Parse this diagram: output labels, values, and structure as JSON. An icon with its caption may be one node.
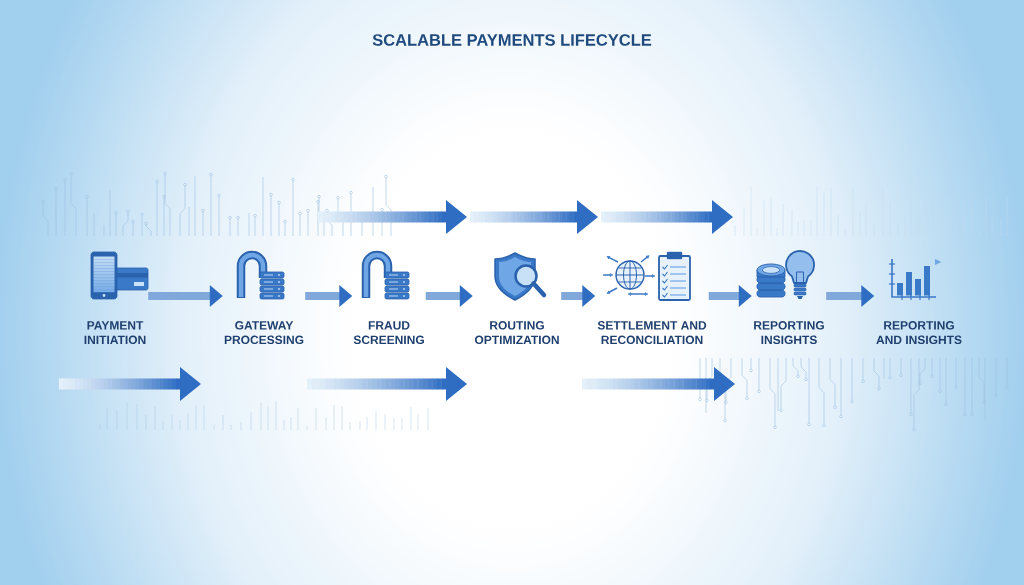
{
  "diagram": {
    "title": "SCALABLE PAYMENTS LIFECYCLE",
    "nodes": [
      {
        "text": [
          "PAYMENT INITIATION"
        ]
      },
      {
        "text": [
          "GATEWAY PROCESSING"
        ]
      },
      {
        "text": [
          "FRAUD SCREENING"
        ]
      },
      {
        "text": [
          "ROUTING OPTIMIZATION"
        ]
      },
      {
        "text": [
          "SETTLEMENT AND RECONCILIATION"
        ]
      },
      {
        "text": [
          "REPORTING INSIGHTS"
        ]
      },
      {
        "text": [
          "REPORTING AND INSIGHTS"
        ]
      }
    ],
    "edges": [
      {
        "from": 0,
        "to": 1,
        "arrow": "to"
      },
      {
        "from": 1,
        "to": 2,
        "arrow": "to"
      },
      {
        "from": 2,
        "to": 3,
        "arrow": "to"
      },
      {
        "from": 3,
        "to": 4,
        "arrow": "to"
      },
      {
        "from": 4,
        "to": 5,
        "arrow": "to"
      },
      {
        "from": 5,
        "to": 6,
        "arrow": "to"
      }
    ]
  }
}
